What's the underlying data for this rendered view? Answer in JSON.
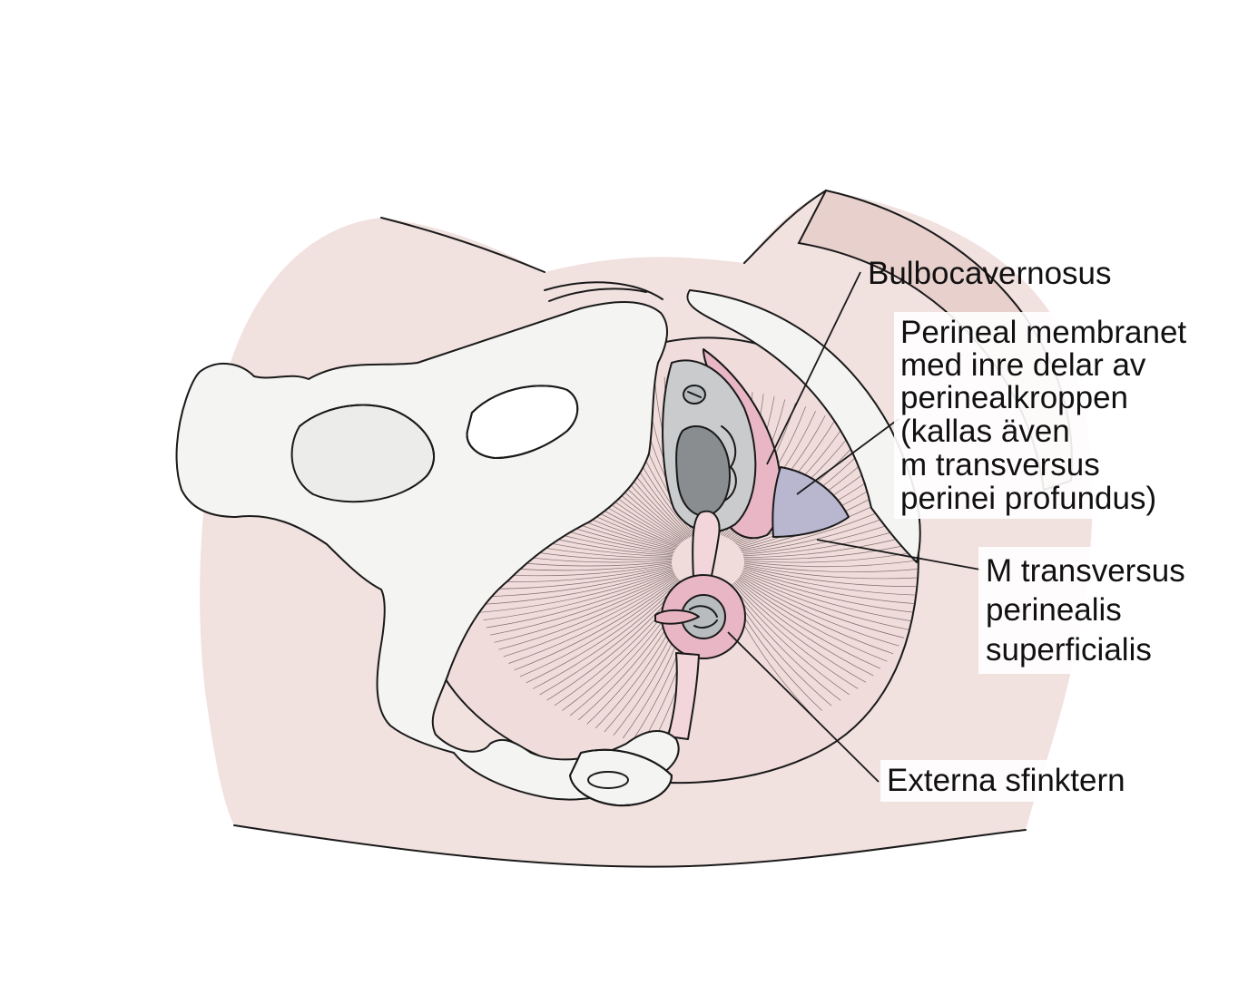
{
  "diagram": {
    "labels": {
      "bulbocavernosus": "Bulbocavernosus",
      "perineal_membrane": [
        "Perineal membranet",
        "med inre delar av",
        "perinealkroppen",
        "(kallas även",
        "m transversus",
        "perinei profundus)"
      ],
      "transversus_superficialis": [
        "M transversus",
        "perinealis",
        "superficialis"
      ],
      "external_sphincter": "Externa sfinktern"
    },
    "colors": {
      "skin": "#f1e1df",
      "skin_dark": "#e8d0cd",
      "bone": "#f4f4f3",
      "muscle": "#efdcdb",
      "muscle_pink": "#e8b6c4",
      "membrane": "#b9b6cf",
      "vagina_gray": "#8a8d90",
      "urethra_gray": "#b8bcbf"
    }
  }
}
